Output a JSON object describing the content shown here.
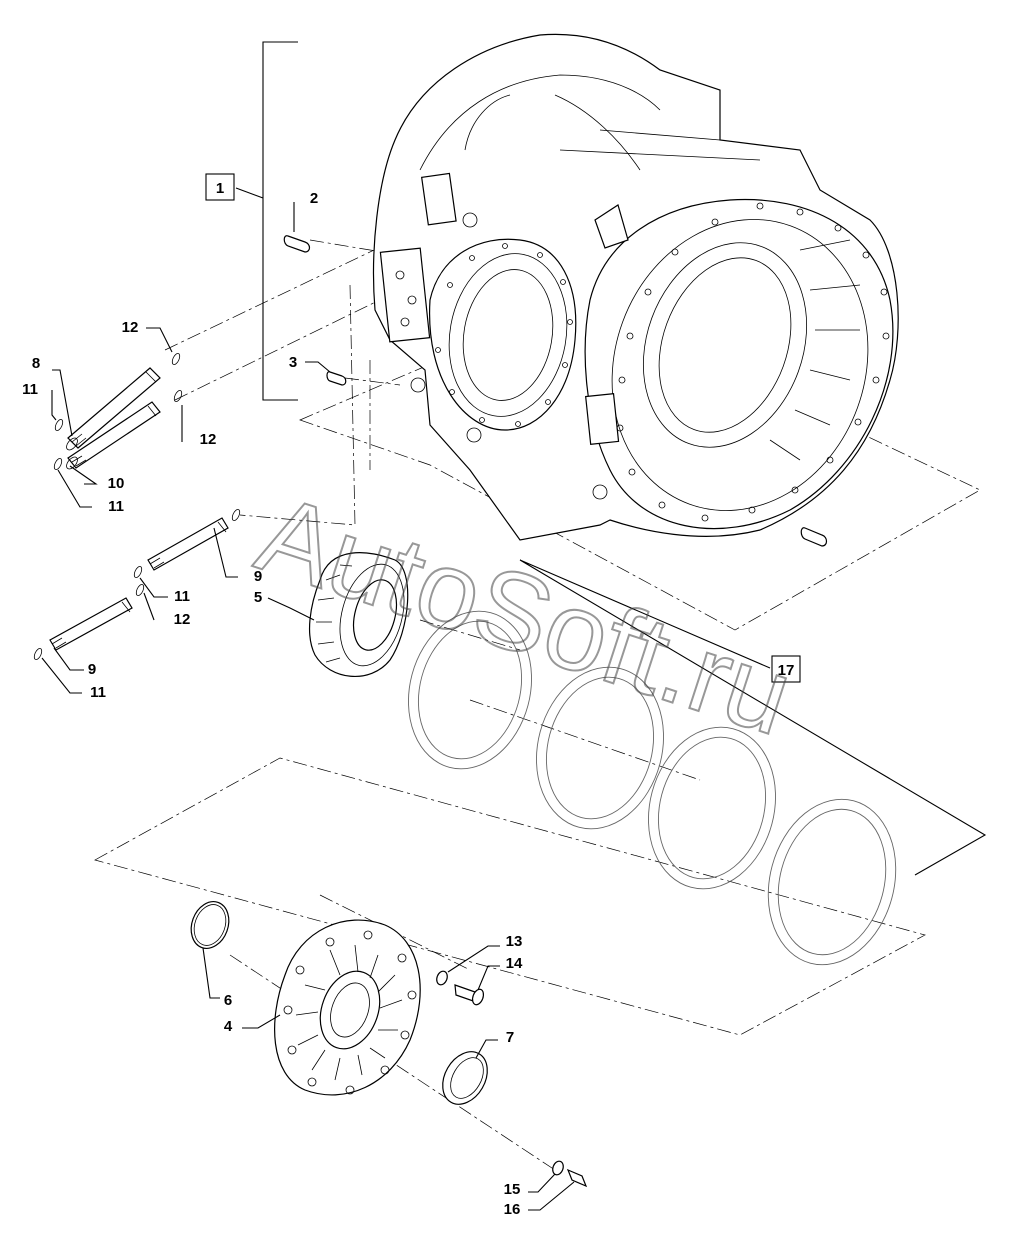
{
  "watermark": "AutoSoft.ru",
  "callouts": {
    "c1": "1",
    "c2": "2",
    "c3": "3",
    "c4": "4",
    "c5": "5",
    "c6": "6",
    "c7": "7",
    "c8": "8",
    "c9a": "9",
    "c9b": "9",
    "c10": "10",
    "c11a": "11",
    "c11b": "11",
    "c11c": "11",
    "c11d": "11",
    "c12a": "12",
    "c12b": "12",
    "c12c": "12",
    "c13": "13",
    "c14": "14",
    "c15": "15",
    "c16": "16",
    "c17": "17"
  }
}
